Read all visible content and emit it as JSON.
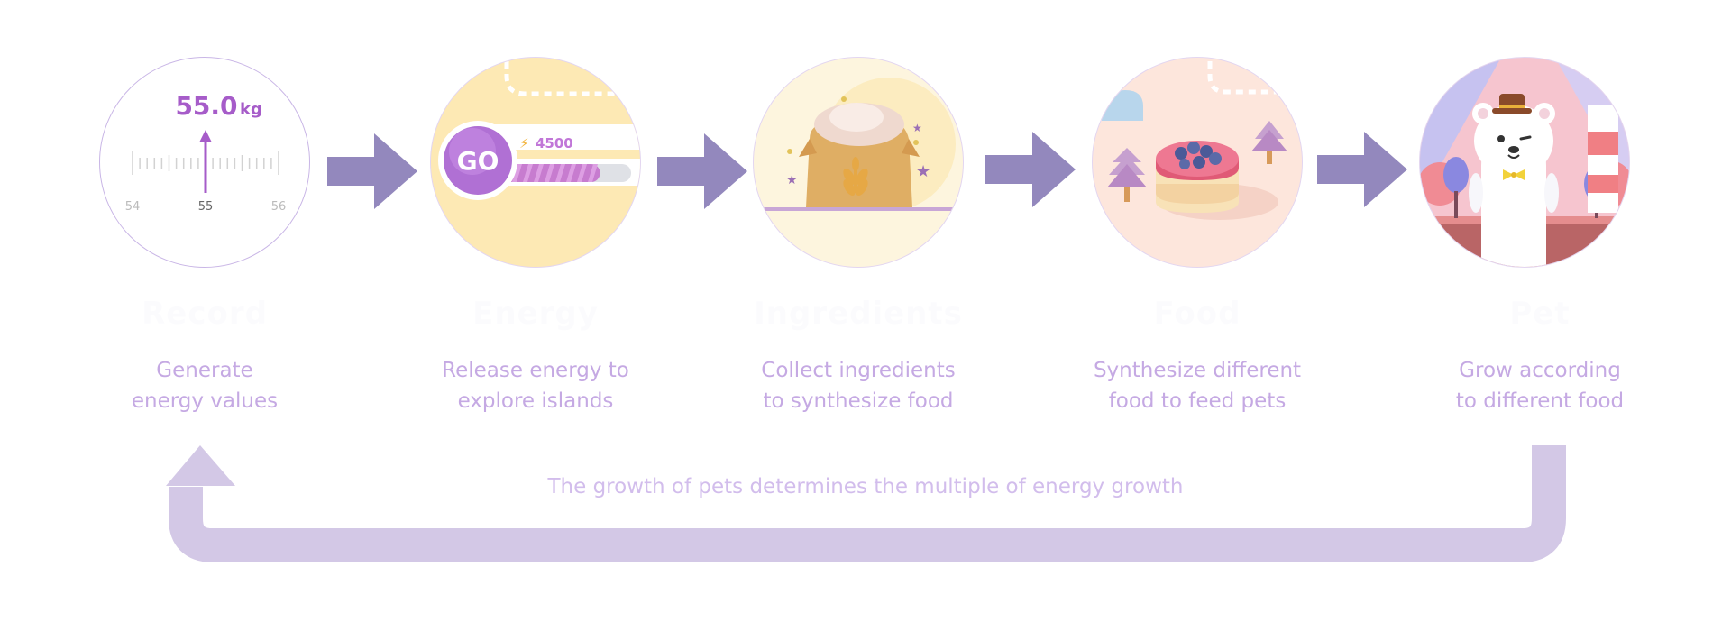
{
  "steps": [
    {
      "title": "Record",
      "desc_line1": "Generate",
      "desc_line2": "energy values"
    },
    {
      "title": "Energy",
      "desc_line1": "Release energy to",
      "desc_line2": "explore islands"
    },
    {
      "title": "Ingredients",
      "desc_line1": "Collect ingredients",
      "desc_line2": "to synthesize food"
    },
    {
      "title": "Food",
      "desc_line1": "Synthesize different",
      "desc_line2": "food to feed pets"
    },
    {
      "title": "Pet",
      "desc_line1": "Grow according",
      "desc_line2": "to different food"
    }
  ],
  "scale": {
    "value": "55.0",
    "unit": "kg",
    "tick_left": "54",
    "tick_center": "55",
    "tick_right": "56"
  },
  "energy_card": {
    "go_label": "GO",
    "energy_count": "4500",
    "progress": 0.8
  },
  "loop_caption": "The growth of pets determines the multiple of energy growth",
  "colors": {
    "arrow": "#9388bd",
    "loop_arrow": "#d3c8e6",
    "accent": "#a65cc9",
    "caption": "#c5a9e3"
  }
}
